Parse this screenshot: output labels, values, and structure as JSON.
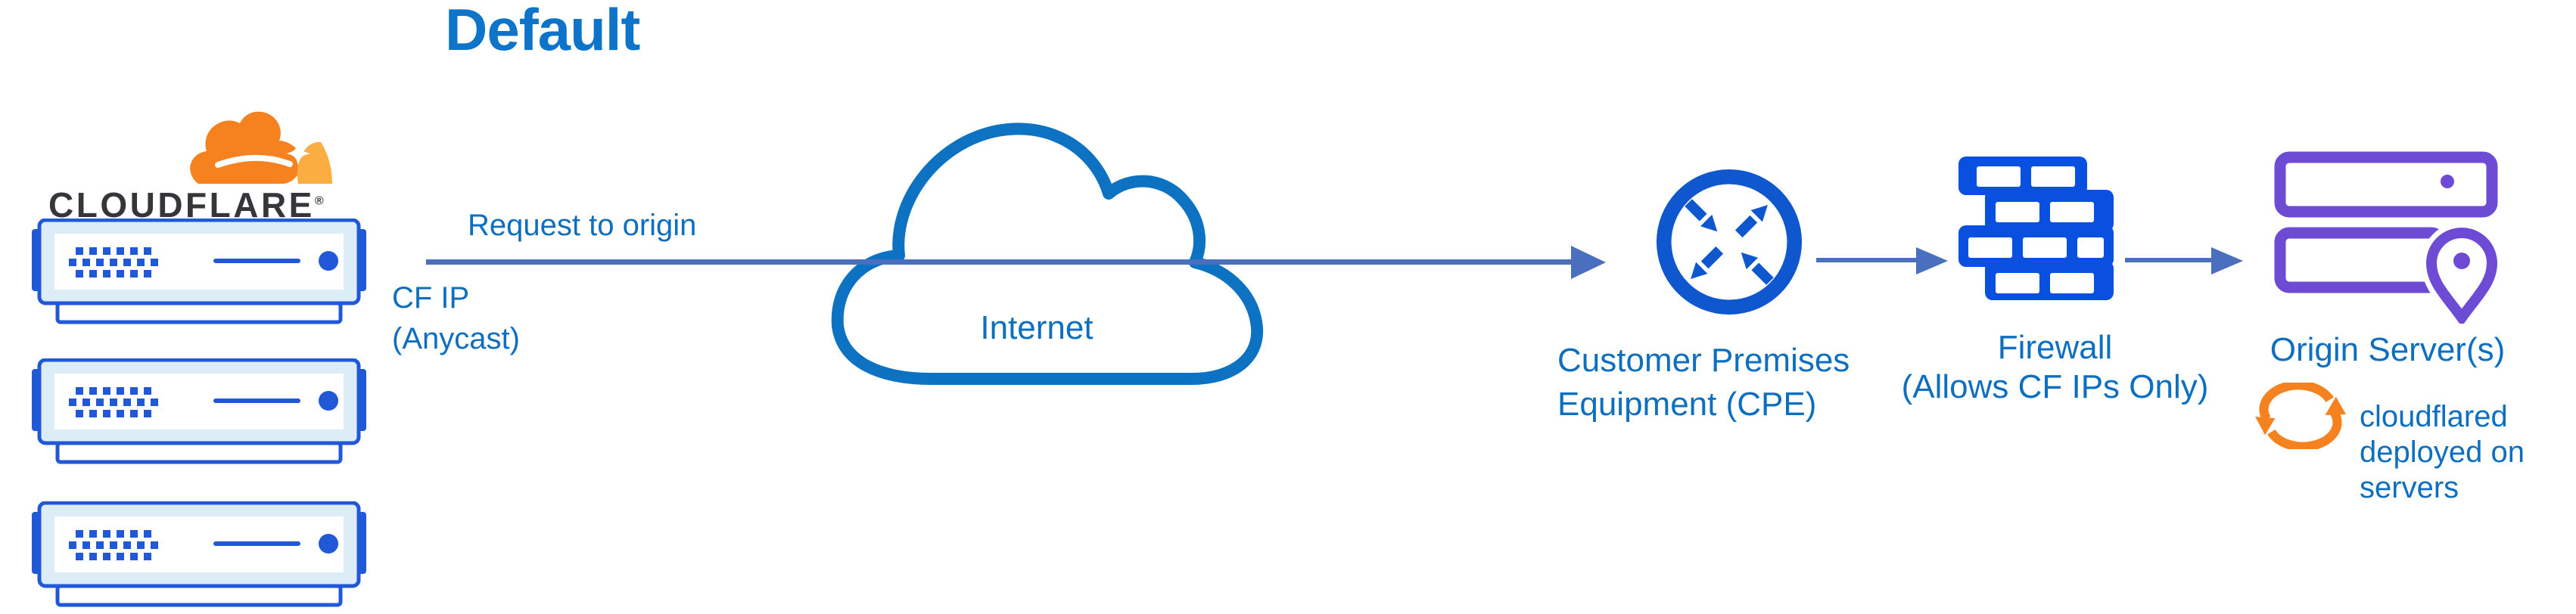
{
  "title": "Default",
  "colors": {
    "title-blue": "#0d74c9",
    "text-blue": "#0e6fc0",
    "arrow-blue": "#4a6fbf",
    "cpe-blue": "#0e57cf",
    "firewall-blue": "#0a50e0",
    "net-blue": "#0e72c3",
    "server-blue": "#2158d8",
    "server-fill": "#dcedf8",
    "purple": "#6d4bd5",
    "orange": "#f6821f",
    "orange-light": "#fbad41",
    "wordmark-color": "#35363a"
  },
  "logo": {
    "wordmark": "CLOUDFLARE",
    "registered": "®"
  },
  "labels": {
    "request": "Request to origin",
    "cf_ip": [
      "CF IP",
      "(Anycast)"
    ],
    "internet": "Internet",
    "cpe": [
      "Customer Premises",
      "Equipment (CPE)"
    ],
    "firewall": [
      "Firewall",
      "(Allows CF IPs Only)"
    ],
    "origin": "Origin Server(s)",
    "cloudflared": [
      "cloudflared",
      "deployed on",
      "servers"
    ]
  },
  "icons": {
    "logo": "cloudflare-logo",
    "edge": "server-rack-icon",
    "network": "internet-cloud-icon",
    "cpe": "router-arrows-icon",
    "firewall": "brick-wall-icon",
    "origin": "origin-servers-icon",
    "pin": "location-pin-icon",
    "tunnel": "sync-arrows-icon",
    "flow": "arrow-right-icon"
  }
}
